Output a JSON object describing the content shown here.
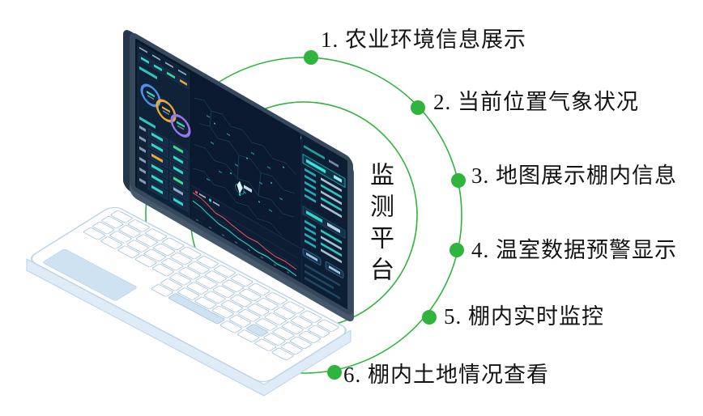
{
  "platform": {
    "title": "监测平台"
  },
  "features": [
    {
      "label": "1. 农业环境信息展示"
    },
    {
      "label": "2. 当前位置气象状况"
    },
    {
      "label": "3. 地图展示棚内信息"
    },
    {
      "label": "4. 温室数据预警显示"
    },
    {
      "label": "5. 棚内实时监控"
    },
    {
      "label": "6. 棚内土地情况查看"
    }
  ],
  "colors": {
    "accent_green": "#2fb53d",
    "text_dark": "#141414",
    "screen_bezel": "#35485c",
    "screen_bg": "#0a1728",
    "ring_blue": "#4f8fe8",
    "ring_yellow": "#e2a93b",
    "ring_purple": "#9678e8",
    "chart_red": "#e05555",
    "ui_teal": "#2fd9c9",
    "laptop_side": "#dfecf7",
    "key_border": "#a7c4de",
    "key_tint": "#cfe2f1"
  }
}
